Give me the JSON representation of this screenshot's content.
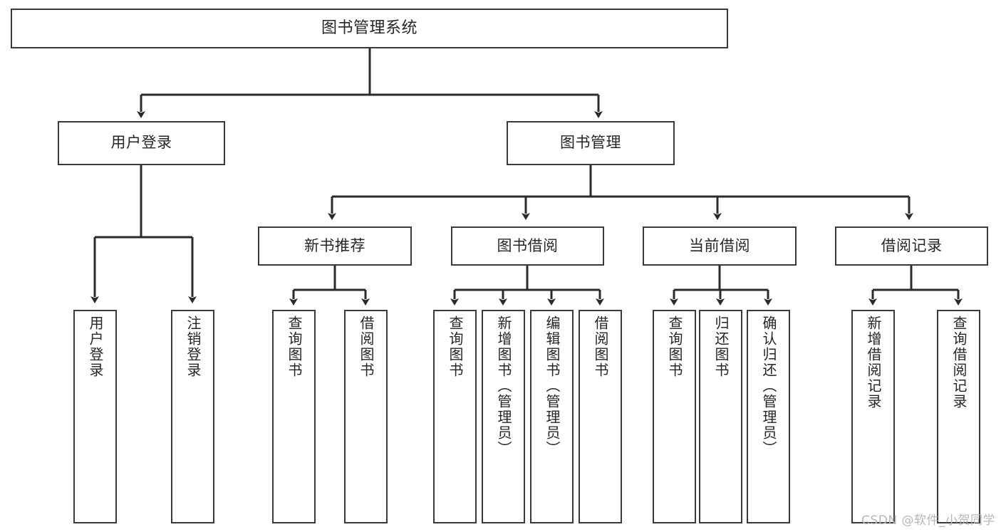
{
  "diagram": {
    "type": "tree",
    "title": "图书管理系统",
    "root": {
      "label": "图书管理系统"
    },
    "level2": [
      {
        "label": "用户登录"
      },
      {
        "label": "图书管理"
      }
    ],
    "level3": [
      {
        "label": "新书推荐"
      },
      {
        "label": "图书借阅"
      },
      {
        "label": "当前借阅"
      },
      {
        "label": "借阅记录"
      }
    ],
    "leaves": {
      "user_login": [
        {
          "label": "用户登录"
        },
        {
          "label": "注销登录"
        }
      ],
      "new_book_recommend": [
        {
          "label": "查询图书"
        },
        {
          "label": "借阅图书"
        }
      ],
      "book_borrow": [
        {
          "label": "查询图书"
        },
        {
          "label": "新增图书（管理员）"
        },
        {
          "label": "编辑图书（管理员）"
        },
        {
          "label": "借阅图书"
        }
      ],
      "current_borrow": [
        {
          "label": "查询图书"
        },
        {
          "label": "归还图书"
        },
        {
          "label": "确认归还（管理员）"
        }
      ],
      "borrow_record": [
        {
          "label": "新增借阅记录"
        },
        {
          "label": "查询借阅记录"
        }
      ]
    },
    "watermark": "CSDN @软件_小贺同学",
    "colors": {
      "box_border": "#3a3a3a",
      "box_fill": "#ffffff",
      "connector": "#2b2b2b",
      "text": "#262626",
      "watermark": "#b7b7b7",
      "background": "#ffffff"
    }
  }
}
